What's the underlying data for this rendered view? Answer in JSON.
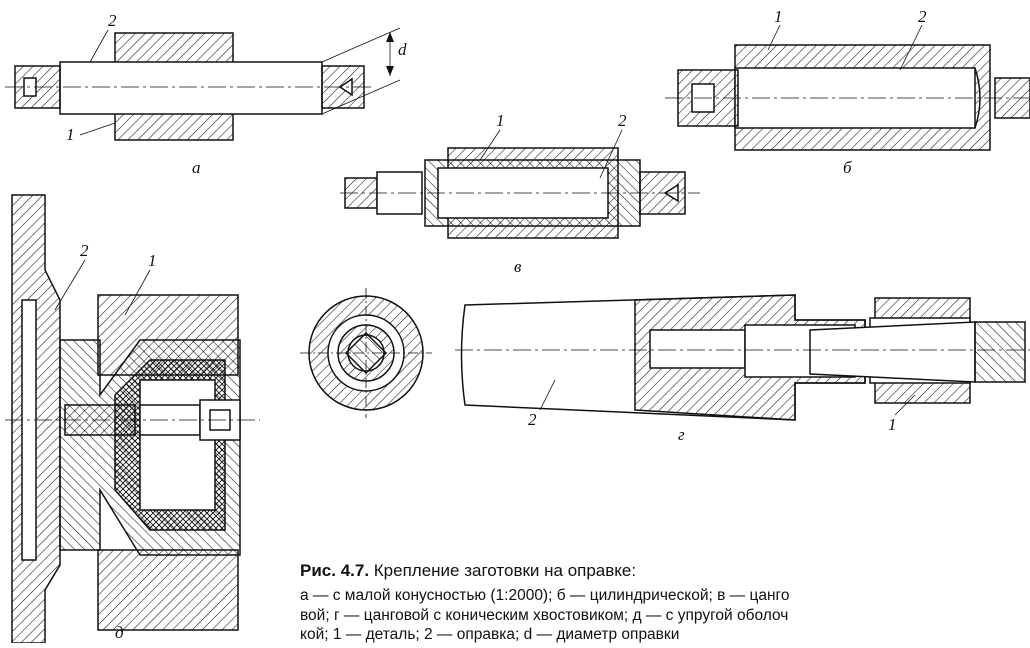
{
  "labels": {
    "a_part": "1",
    "a_mandrel": "2",
    "a_dim": "d",
    "a_view": "а",
    "b_part": "1",
    "b_mandrel": "2",
    "b_view": "б",
    "v_part": "1",
    "v_mandrel": "2",
    "v_view": "в",
    "d_part": "1",
    "d_mandrel": "2",
    "d_view": "д",
    "g_mandrel": "2",
    "g_part": "1",
    "g_view": "г"
  },
  "caption": {
    "fig_number": "Рис. 4.7.",
    "title": "Крепление заготовки на оправке:",
    "line1": "а — с малой конусностью (1:2000); б — цилиндрической; в — цанго",
    "line2": "вой; г — цанговой с коническим хвостовиком; д — с упругой оболоч",
    "line3": "кой; 1 — деталь; 2 — оправка; d — диаметр оправки"
  },
  "colors": {
    "ink": "#111111",
    "paper": "#ffffff"
  }
}
